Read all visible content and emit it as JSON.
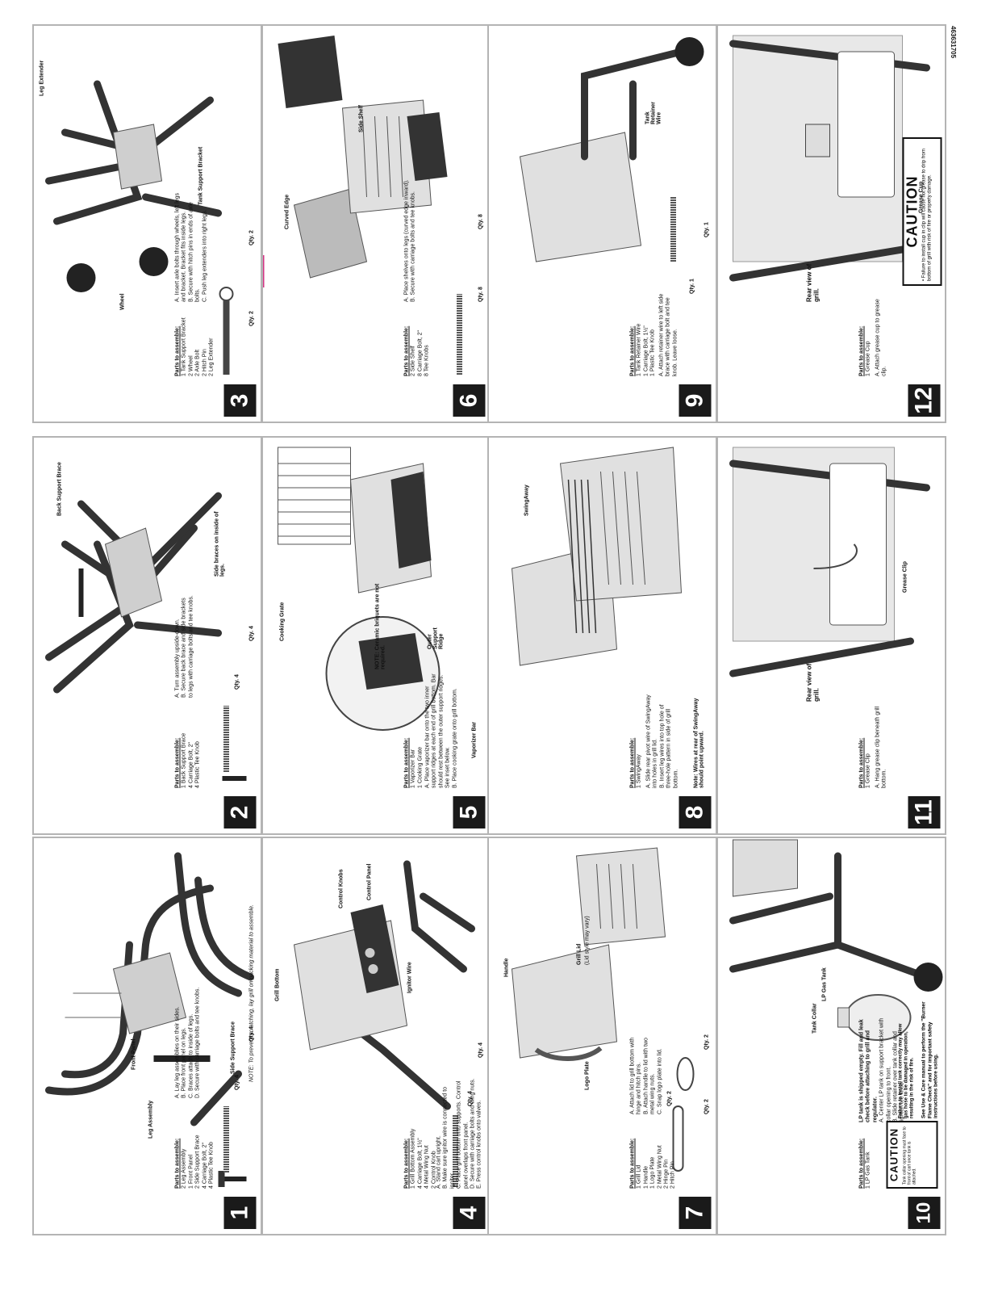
{
  "part_number": "463631705",
  "panels": [
    {
      "id": "1",
      "number": "1",
      "parts_heading": "Parts to assemble:",
      "parts": [
        "2 Leg Assembly",
        "1 Front Panel",
        "2 Side Support Brace",
        "4 Carriage Bolt, 2\"",
        "4 Plastic Tee Knob"
      ],
      "steps": [
        "A. Lay leg assemblies on their sides.",
        "B. Place front panel on legs.",
        "C. Braces attach to inside of legs.",
        "D. Secure with carriage bolts and tee knobs."
      ],
      "note": "NOTE: To prevent scratching, lay grill on packing material to assemble.",
      "callouts": [
        "Front Panel",
        "Leg Assembly",
        "Side Support Brace"
      ],
      "qty": [
        "Qty. 4",
        "Qty. 4"
      ]
    },
    {
      "id": "2",
      "number": "2",
      "parts_heading": "Parts to assemble:",
      "parts": [
        "1 Back Support Brace",
        "4 Carriage Bolt, 2\"",
        "4 Plastic Tee Knob"
      ],
      "steps": [
        "A. Turn assembly upside-down.",
        "B. Secure back brace and side brackets to legs with carriage bolts and tee knobs."
      ],
      "callouts": [
        "Back Support Brace",
        "Side braces on inside of legs."
      ],
      "qty": [
        "Qty. 4",
        "Qty. 4"
      ]
    },
    {
      "id": "3",
      "number": "3",
      "parts_heading": "Parts to assemble:",
      "parts": [
        "1 Tank Support Bracket",
        "2 Wheel",
        "2 Axle Bolt",
        "2 Hitch Pin",
        "2 Leg Extender"
      ],
      "steps": [
        "A. Insert axle bolts through wheels, left legs and bracket. Bracket fits inside legs.",
        "B. Secure with hitch pins in ends of axle bolts.",
        "C. Push leg extenders into right legs."
      ],
      "callouts": [
        "Leg Extender",
        "Wheel",
        "Tank Support Bracket"
      ],
      "qty": [
        "Qty. 2",
        "Qty. 2"
      ]
    },
    {
      "id": "4",
      "number": "4",
      "parts_heading": "Parts to assemble:",
      "parts": [
        "1 Grill Bottom Assembly",
        "4 Carriage Bolt, 1½\"",
        "4 Metal Wing Nut",
        "2 Control Knob"
      ],
      "steps": [
        "A. Stand cart upright.",
        "B. Make sure ignitor wire is connected to igniter.",
        "C. Place grill bottom onto supports. Control panel overlaps front panel.",
        "D. Secure with carriage bolts and wing nuts.",
        "E. Press control knobs onto valves."
      ],
      "callouts": [
        "Grill Bottom",
        "Control Knobs",
        "Control Panel",
        "Ignitor Wire"
      ],
      "qty": [
        "Qty. 4",
        "Qty. 4"
      ]
    },
    {
      "id": "5",
      "number": "5",
      "parts_heading": "Parts to assemble:",
      "parts": [
        "1 Vaporizer Bar",
        "1 Cooking Grate"
      ],
      "steps": [
        "A. Place vaporizer bar onto the two inner support ridges at each end of grill bottom. Bar should rest between the outer support ridges. See inset below.",
        "B. Place cooking grate onto grill bottom."
      ],
      "note": "NOTE: Ceramic briquets are not required.",
      "callouts": [
        "Cooking Grate",
        "Outer Support Ridge",
        "Vaporizer Bar"
      ]
    },
    {
      "id": "6",
      "number": "6",
      "parts_heading": "Parts to assemble:",
      "parts": [
        "2 Side Shelf",
        "8 Carriage Bolt, 2\"",
        "8 Tee Knobs"
      ],
      "steps": [
        "A. Place shelves onto legs (curved edge inward).",
        "B. Secure with carriage bolts and tee knobs."
      ],
      "callouts": [
        "Curved Edge",
        "Side Shelf"
      ],
      "qty": [
        "Qty. 8",
        "Qty. 8"
      ]
    },
    {
      "id": "7",
      "number": "7",
      "parts_heading": "Parts to assemble:",
      "parts": [
        "1 Grill Lid",
        "1 Handle",
        "1 Logo Plate",
        "2 Metal Wing Nut",
        "2 Hinge Pin",
        "2 Hitch Pin"
      ],
      "steps": [
        "A. Attach lid to grill bottom with hinge and hitch pins.",
        "B. Attach handle to lid with two metal wing nuts.",
        "C. Snap logo plate into lid."
      ],
      "callouts": [
        "Handle",
        "Grill Lid",
        "(Lid style may vary)",
        "Logo Plate"
      ],
      "qty": [
        "Qty. 2",
        "Qty. 2",
        "Qty. 2"
      ]
    },
    {
      "id": "8",
      "number": "8",
      "parts_heading": "Parts to assemble:",
      "parts": [
        "1 SwingAway"
      ],
      "steps": [
        "A. Slide rear pivot wire of SwingAway into holes in grill lid.",
        "B. Insert leg wires into top hole of three-hole pattern in side of grill bottom."
      ],
      "note": "Note: Wires at rear of SwingAway should point upward.",
      "callouts": [
        "SwingAway"
      ]
    },
    {
      "id": "9",
      "number": "9",
      "parts_heading": "Parts to assemble:",
      "parts": [
        "1 Tank Retainer Wire",
        "1 Carriage Bolt, 1½\"",
        "1 Plastic Tee Knob"
      ],
      "steps": [
        "A. Attach retainer wire to left side brace with carriage bolt and tee knob. Leave loose."
      ],
      "callouts": [
        "Tank Retainer Wire"
      ],
      "qty": [
        "Qty. 1",
        "Qty. 1"
      ]
    },
    {
      "id": "10",
      "number": "10",
      "parts_heading": "Parts to assemble:",
      "parts": [
        "1 LP Gas Tank"
      ],
      "intro": "LP tank is shipped empty. Fill and leak check before attaching to grill and regulator.",
      "steps": [
        "A. Center LP tank on support bracket with collar opening to front.",
        "B. Slide retainer over tank collar and tighten tee knob."
      ],
      "callouts": [
        "Tank Collar",
        "LP Gas Tank"
      ],
      "caution_word": "CAUTION",
      "caution_text": "Tank collar opening must face to front of cart once tank is attached.",
      "warning": "Failure to install tank correctly may allow gas hose to be damaged in operation, resulting in the risk of fire.",
      "footer": "See Use & Care manual to perform the \"Burner Flame Check\" and for important safety instructions before using."
    },
    {
      "id": "11",
      "number": "11",
      "parts_heading": "Parts to assemble:",
      "parts": [
        "1 Grease Clip"
      ],
      "steps": [
        "A. Hang grease clip beneath grill bottom."
      ],
      "callouts": [
        "Rear view of grill.",
        "Grease Clip"
      ]
    },
    {
      "id": "12",
      "number": "12",
      "parts_heading": "Parts to assemble:",
      "parts": [
        "1 Grease Cup"
      ],
      "steps": [
        "A. Attach grease cup to grease clip."
      ],
      "callouts": [
        "Rear view of grill.",
        "Grease Cup"
      ],
      "caution_word": "CAUTION",
      "caution_text": "• Failure to install cup in clip will cause hot grease to drip from bottom of grill with risk of fire or property damage."
    }
  ]
}
